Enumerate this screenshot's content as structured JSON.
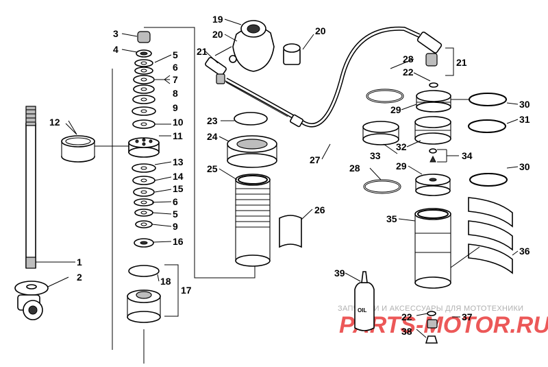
{
  "diagram": {
    "callouts": [
      "1",
      "2",
      "3",
      "4",
      "5",
      "6",
      "7",
      "8",
      "9",
      "10",
      "11",
      "12",
      "13",
      "14",
      "15",
      "6",
      "5",
      "9",
      "16",
      "17",
      "18",
      "19",
      "20",
      "21",
      "22",
      "23",
      "24",
      "25",
      "26",
      "27",
      "21",
      "22",
      "28",
      "29",
      "30",
      "31",
      "32",
      "33",
      "34",
      "28",
      "29",
      "30",
      "35",
      "36",
      "37",
      "38",
      "39",
      "22"
    ]
  },
  "watermark": {
    "tagline": "ЗАПЧАСТИ И АКСЕССУАРЫ ДЛЯ МОТОТЕХНИКИ",
    "brand": "PARTS-MOTOR.RU"
  },
  "bottle_label": "OIL"
}
